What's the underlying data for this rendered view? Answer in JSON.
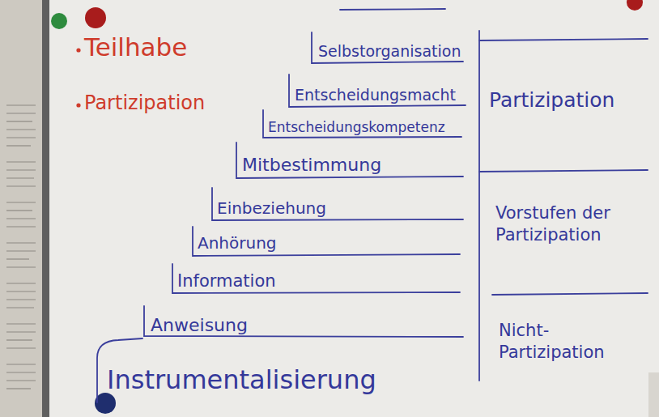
{
  "diagram": {
    "nodes": [
      {
        "text": [
          "Selbstorganisation"
        ]
      },
      {
        "text": [
          "Entscheidungsmacht"
        ]
      },
      {
        "text": [
          "Entscheidungskompetenz"
        ]
      },
      {
        "text": [
          "Mitbestimmung"
        ]
      },
      {
        "text": [
          "Einbeziehung"
        ]
      },
      {
        "text": [
          "Anhörung"
        ]
      },
      {
        "text": [
          "Information"
        ]
      },
      {
        "text": [
          "Anweisung"
        ]
      },
      {
        "text": [
          "Instrumentalisierung"
        ]
      },
      {
        "text": [
          "Partizipation"
        ]
      },
      {
        "text": [
          "Vorstufen der Partizipation"
        ]
      },
      {
        "text": [
          "Nicht-Partizipation"
        ]
      }
    ],
    "labels": [
      "Teilhabe",
      "Partizipation"
    ]
  }
}
